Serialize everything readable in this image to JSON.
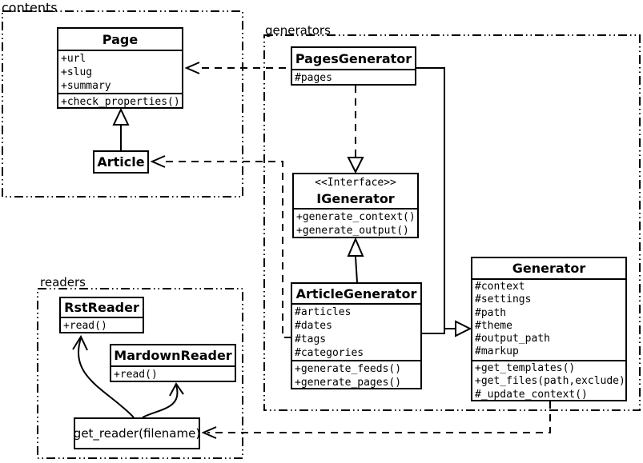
{
  "packages": {
    "contents": {
      "label": "contents"
    },
    "generators": {
      "label": "generators"
    },
    "readers": {
      "label": "readers"
    }
  },
  "classes": {
    "page": {
      "name": "Page",
      "attrs": [
        "+url",
        "+slug",
        "+summary"
      ],
      "methods": [
        "+check_properties()"
      ]
    },
    "article": {
      "name": "Article"
    },
    "pages_generator": {
      "name": "PagesGenerator",
      "attrs": [
        "#pages"
      ]
    },
    "igenerator": {
      "stereotype": "<<Interface>>",
      "name": "IGenerator",
      "methods": [
        "+generate_context()",
        "+generate_output()"
      ]
    },
    "article_generator": {
      "name": "ArticleGenerator",
      "attrs": [
        "#articles",
        "#dates",
        "#tags",
        "#categories"
      ],
      "methods": [
        "+generate_feeds()",
        "+generate_pages()"
      ]
    },
    "generator": {
      "name": "Generator",
      "attrs": [
        "#context",
        "#settings",
        "#path",
        "#theme",
        "#output_path",
        "#markup"
      ],
      "methods": [
        "+get_templates()",
        "+get_files(path,exclude)",
        "#_update_context()"
      ]
    },
    "rst_reader": {
      "name": "RstReader",
      "methods": [
        "+read()"
      ]
    },
    "mardown_reader": {
      "name": "MardownReader",
      "methods": [
        "+read()"
      ]
    },
    "get_reader": {
      "label": "get_reader(filename)"
    }
  },
  "relationships": [
    {
      "type": "generalization",
      "from": "Article",
      "to": "Page"
    },
    {
      "type": "dependency",
      "from": "PagesGenerator",
      "to": "Page"
    },
    {
      "type": "dependency",
      "from": "ArticleGenerator",
      "to": "Article"
    },
    {
      "type": "realization",
      "from": "PagesGenerator",
      "to": "IGenerator"
    },
    {
      "type": "generalization",
      "from": "ArticleGenerator",
      "to": "IGenerator"
    },
    {
      "type": "generalization",
      "from": "PagesGenerator",
      "to": "Generator"
    },
    {
      "type": "generalization",
      "from": "ArticleGenerator",
      "to": "Generator"
    },
    {
      "type": "dependency",
      "from": "Generator",
      "to": "get_reader(filename)"
    },
    {
      "type": "arrow",
      "from": "get_reader(filename)",
      "to": "RstReader"
    },
    {
      "type": "arrow",
      "from": "get_reader(filename)",
      "to": "MardownReader"
    }
  ],
  "colors": {
    "line": "#000000",
    "background": "#ffffff"
  }
}
